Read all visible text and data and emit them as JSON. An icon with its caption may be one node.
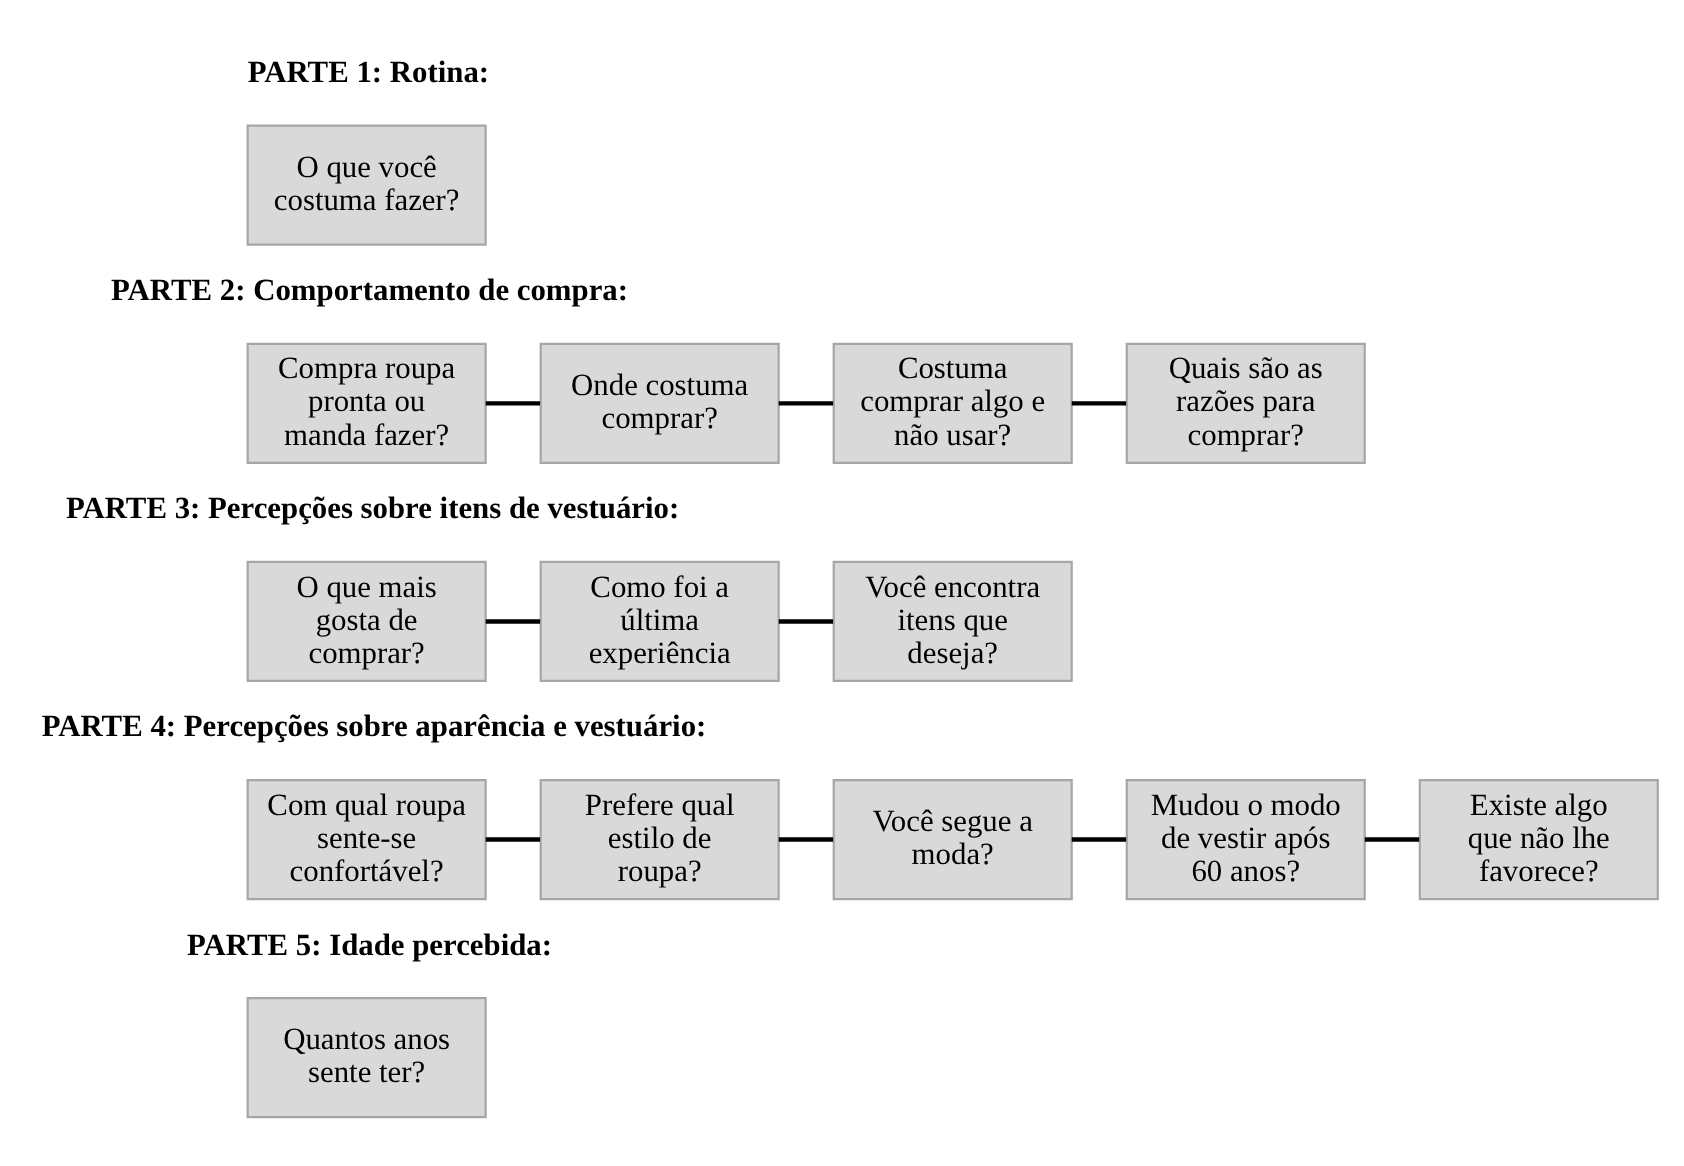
{
  "diagram": {
    "nodes": [
      {
        "text": [
          "O que você costuma fazer?"
        ]
      },
      {
        "text": [
          "Compra roupa pronta ou manda fazer?"
        ]
      },
      {
        "text": [
          "Onde costuma comprar?"
        ]
      },
      {
        "text": [
          "Costuma comprar algo e não usar?"
        ]
      },
      {
        "text": [
          "Quais são as razões para comprar?"
        ]
      },
      {
        "text": [
          "O que mais gosta de comprar?"
        ]
      },
      {
        "text": [
          "Como foi a última experiência"
        ]
      },
      {
        "text": [
          "Você encontra itens que deseja?"
        ]
      },
      {
        "text": [
          "Com qual roupa sente-se confortável?"
        ]
      },
      {
        "text": [
          "Prefere qual estilo de roupa?"
        ]
      },
      {
        "text": [
          "Você segue a moda?"
        ]
      },
      {
        "text": [
          "Mudou o modo de vestir após 60 anos?"
        ]
      },
      {
        "text": [
          "Existe algo que não lhe favorece?"
        ]
      },
      {
        "text": [
          "Quantos anos sente ter?"
        ]
      }
    ],
    "edges": [
      {
        "from": 1,
        "to": 2,
        "arrow": "none"
      },
      {
        "from": 2,
        "to": 3,
        "arrow": "none"
      },
      {
        "from": 3,
        "to": 4,
        "arrow": "none"
      },
      {
        "from": 5,
        "to": 6,
        "arrow": "none"
      },
      {
        "from": 6,
        "to": 7,
        "arrow": "none"
      },
      {
        "from": 8,
        "to": 9,
        "arrow": "none"
      },
      {
        "from": 9,
        "to": 10,
        "arrow": "none"
      },
      {
        "from": 10,
        "to": 11,
        "arrow": "none"
      },
      {
        "from": 11,
        "to": 12,
        "arrow": "none"
      }
    ],
    "labels": [
      "PARTE 1: Rotina:",
      "PARTE 2: Comportamento de compra:",
      "PARTE 3: Percepções sobre itens de vestuário:",
      "PARTE 4: Percepções sobre aparência e vestuário:",
      "PARTE 5: Idade percebida:"
    ]
  }
}
